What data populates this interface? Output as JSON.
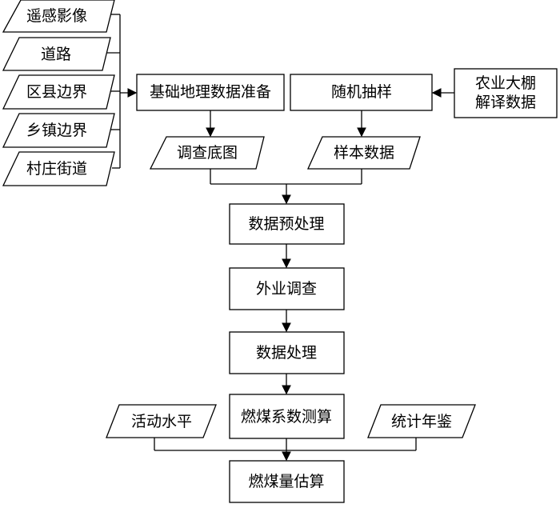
{
  "inputs": {
    "remote_sensing": "遥感影像",
    "roads": "道路",
    "county_boundary": "区县边界",
    "town_boundary": "乡镇边界",
    "village_streets": "村庄街道"
  },
  "greenhouse_data": "农业大棚\n解译数据",
  "base_data_prep": "基础地理数据准备",
  "random_sampling": "随机抽样",
  "survey_map": "调查底图",
  "sample_data": "样本数据",
  "preprocessing": "数据预处理",
  "field_survey": "外业调查",
  "data_processing": "数据处理",
  "coefficient_calc": "燃煤系数测算",
  "activity_level": "活动水平",
  "yearbook": "统计年鉴",
  "coal_estimate": "燃煤量估算"
}
